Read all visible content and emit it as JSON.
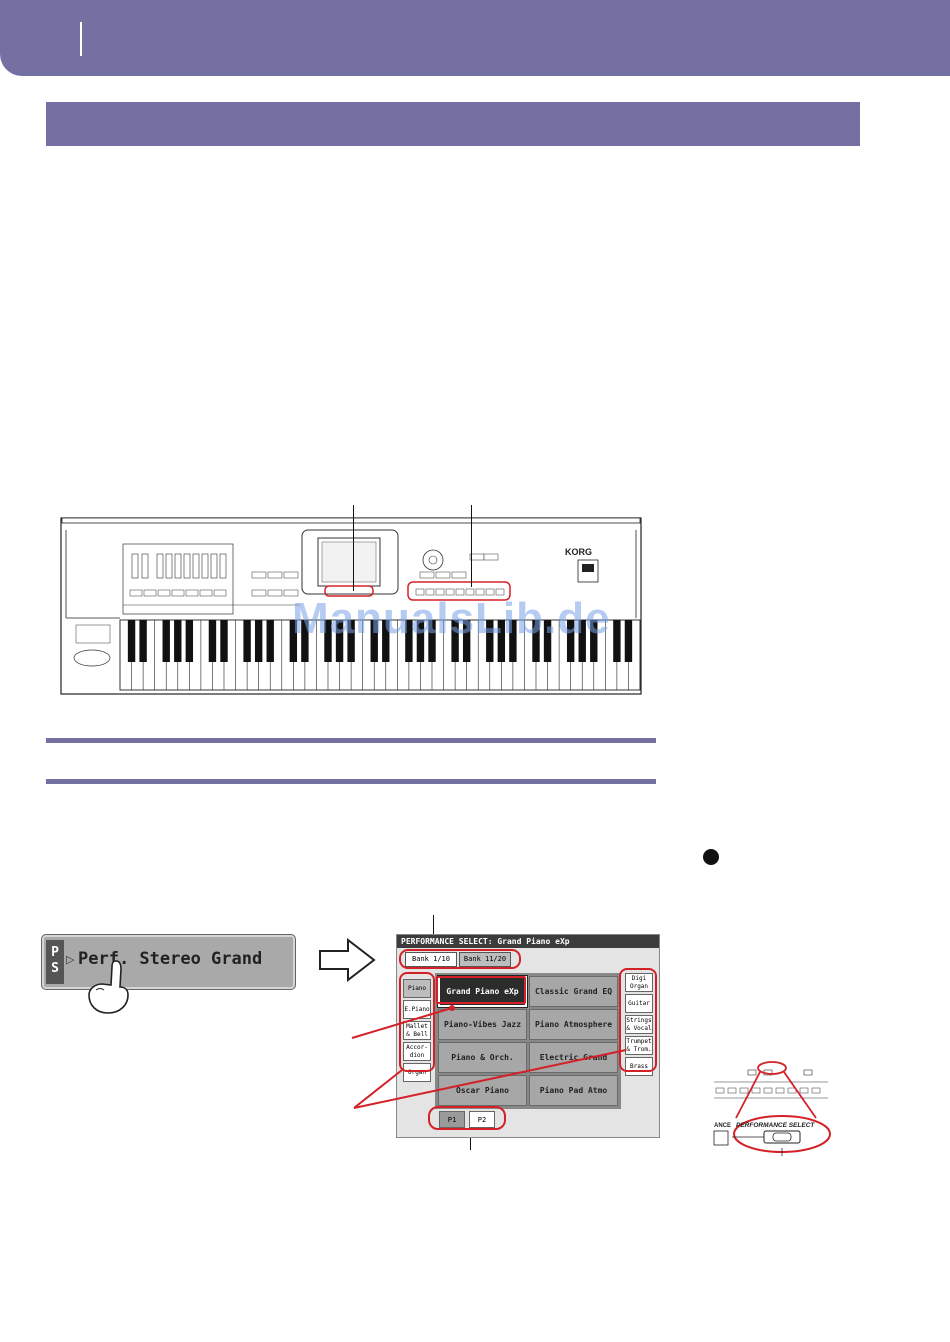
{
  "header": {
    "band_color": "#7470a2"
  },
  "section_title": {
    "text": ""
  },
  "keyboard": {
    "brand": "KORG",
    "watermark": "ManualsLib.de"
  },
  "ps_button": {
    "tag_top": "P",
    "tag_bottom": "S",
    "label": "Perf. Stereo Grand"
  },
  "screen": {
    "title": "PERFORMANCE SELECT: Grand Piano eXp",
    "banks": [
      "Bank 1/10",
      "Bank 11/20"
    ],
    "left_categories": [
      "Piano",
      "E.Piano",
      "Mallet & Bell",
      "Accor-dion",
      "Organ"
    ],
    "right_categories": [
      "Digi Organ",
      "Guitar",
      "Strings & Vocal",
      "Trumpet & Trom.",
      "Brass"
    ],
    "performances": [
      "Grand Piano eXp",
      "Classic Grand EQ",
      "Piano-Vibes Jazz",
      "Piano Atmosphere",
      "Piano & Orch.",
      "Electric Grand",
      "Oscar Piano",
      "Piano Pad Atmo"
    ],
    "pages": [
      "P1",
      "P2"
    ]
  },
  "panel_detail": {
    "label_left": "ANCE",
    "label_right": "PERFORMANCE SELECT"
  },
  "colors": {
    "accent": "#7470a2",
    "highlight": "#d42128"
  }
}
